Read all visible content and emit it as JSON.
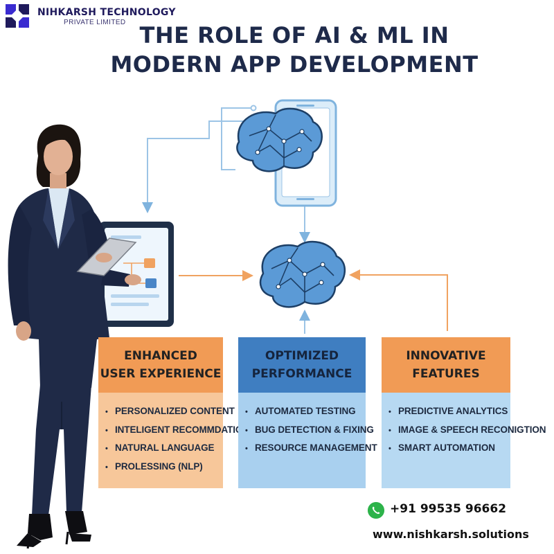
{
  "brand": {
    "name": "NIHKARSH TECHNOLOGY",
    "subtitle": "PRIVATE LIMITED"
  },
  "title": {
    "line1": "THE ROLE OF AI & ML IN",
    "line2": "MODERN APP DEVELOPMENT"
  },
  "columns": [
    {
      "heading_line1": "ENHANCED",
      "heading_line2": "USER EXPERIENCE",
      "items": [
        "PERSONALIZED CONTENT",
        "INTELIGENT RECOMMDATIONS",
        "NATURAL LANGUAGE",
        "PROLESSING (NLP)"
      ]
    },
    {
      "heading_line1": "OPTIMIZED",
      "heading_line2": "PERFORMANCE",
      "items": [
        "AUTOMATED TESTING",
        "BUG DETECTION & FIXING",
        "RESOURCE MANAGEMENT"
      ]
    },
    {
      "heading_line1": "INNOVATIVE",
      "heading_line2": "FEATURES",
      "items": [
        "PREDICTIVE ANALYTICS",
        "IMAGE & SPEECH RECONIGTION",
        "SMART AUTOMATION"
      ]
    }
  ],
  "contact": {
    "phone": "+91 99535 96662",
    "website": "www.nishkarsh.solutions"
  },
  "colors": {
    "accent_orange": "#f19b55",
    "accent_blue": "#3f7ec1",
    "title_navy": "#1e2a4a",
    "brand_purple": "#3a2bd0"
  },
  "icons": [
    "logo-mark",
    "brain-icon",
    "smartphone-icon",
    "tablet-icon",
    "phone-call-icon",
    "bullet-icon"
  ],
  "illustration": "businesswoman-with-tablet"
}
